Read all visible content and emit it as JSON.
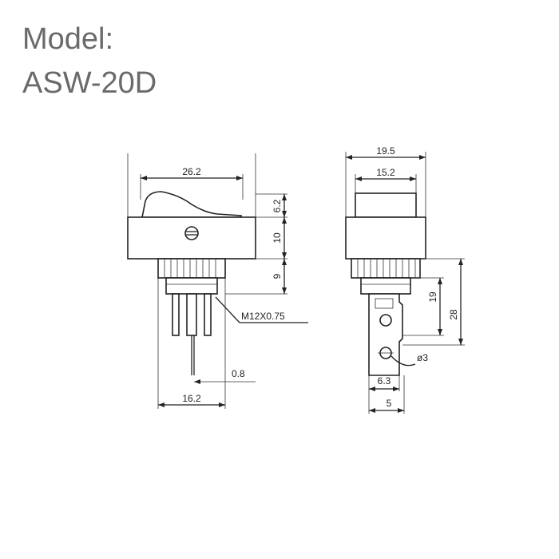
{
  "header": {
    "model_label": "Model:",
    "model_number": "ASW-20D"
  },
  "front_view": {
    "dims": {
      "width_top": "26.2",
      "rocker_height": "6.2",
      "body_height": "10",
      "nut_height": "9",
      "thread": "M12X0.75",
      "pin_thickness": "0.8",
      "base_width": "16.2"
    }
  },
  "side_view": {
    "dims": {
      "width_outer": "19.5",
      "width_rocker": "15.2",
      "terminal_len": "19",
      "total_len": "28",
      "hole_dia": "ø3",
      "terminal_width": "6.3",
      "pin_width": "5"
    }
  }
}
